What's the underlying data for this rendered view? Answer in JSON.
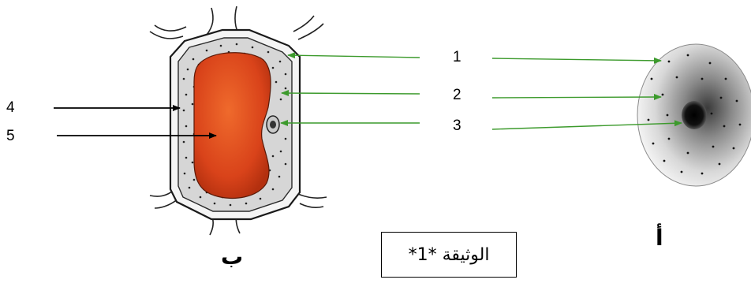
{
  "labels": {
    "n1": "1",
    "n2": "2",
    "n3": "3",
    "n4": "4",
    "n5": "5"
  },
  "caption": "الوثيقة *1*",
  "cell_b_letter": "ب",
  "cell_a_letter": "أ",
  "colors": {
    "green_arrow": "#3c9a2c",
    "black_arrow": "#000000",
    "vacuole": "#e0501f",
    "cytoplasm": "#d6d6d6"
  }
}
